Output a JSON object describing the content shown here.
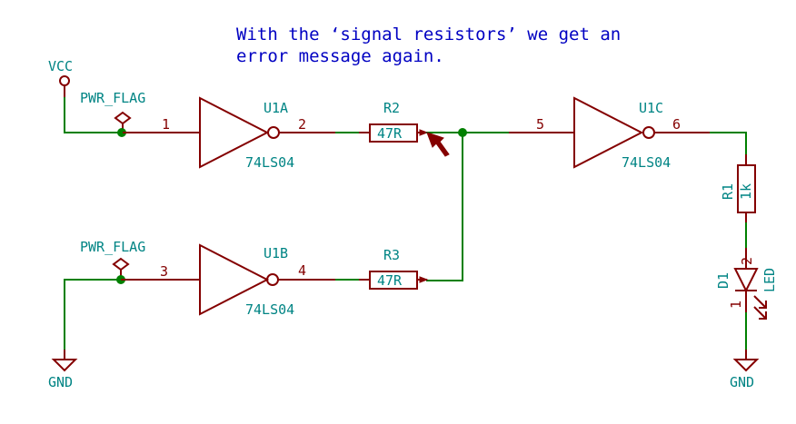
{
  "note": {
    "line1": "With the ‘signal resistors’ we get an",
    "line2": "error message again."
  },
  "colors": {
    "wire": "#008000",
    "symbol": "#840000",
    "reference": "#008484",
    "note": "#0000c2",
    "background": "#ffffff"
  },
  "power": {
    "vcc": "VCC",
    "gnd_left": "GND",
    "gnd_right": "GND",
    "pwr_flag_top": "PWR_FLAG",
    "pwr_flag_bottom": "PWR_FLAG"
  },
  "components": {
    "u1a": {
      "ref": "U1A",
      "value": "74LS04",
      "pin_in": "1",
      "pin_out": "2"
    },
    "u1b": {
      "ref": "U1B",
      "value": "74LS04",
      "pin_in": "3",
      "pin_out": "4"
    },
    "u1c": {
      "ref": "U1C",
      "value": "74LS04",
      "pin_in": "5",
      "pin_out": "6"
    },
    "r2": {
      "ref": "R2",
      "value": "47R"
    },
    "r3": {
      "ref": "R3",
      "value": "47R"
    },
    "r1": {
      "ref": "R1",
      "value": "1k"
    },
    "d1": {
      "ref": "D1",
      "value": "LED",
      "pin_anode": "2",
      "pin_cathode": "1"
    }
  },
  "markers": {
    "erc_error": "erc-error-marker"
  }
}
